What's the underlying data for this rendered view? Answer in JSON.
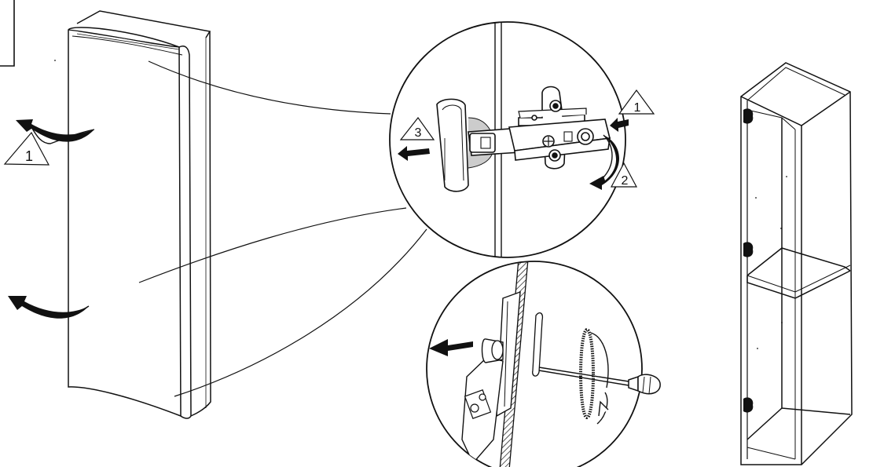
{
  "steps": {
    "step_1": "1",
    "step_2": "2",
    "step_3": "3"
  },
  "colors": {
    "line": "#111111",
    "background": "#ffffff",
    "arrow_fill": "#111111"
  },
  "icons": [
    "warning-triangle-icon",
    "curved-arrow-icon",
    "straight-arrow-icon",
    "screwdriver-icon",
    "hinge-icon"
  ]
}
